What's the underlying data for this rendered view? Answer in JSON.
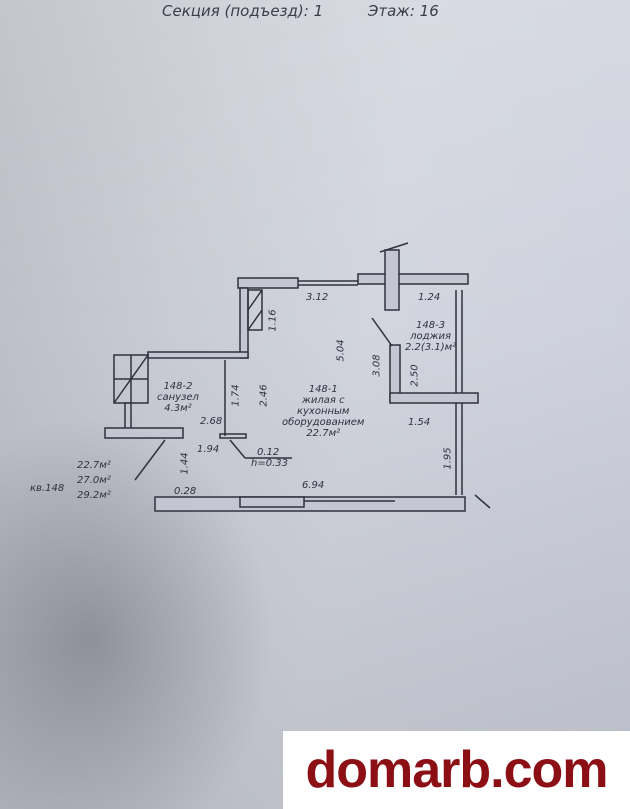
{
  "header": {
    "section": "Секция (подъезд): 1",
    "floor": "Этаж: 16"
  },
  "rooms": {
    "main": {
      "code": "148-1",
      "line1": "жилая с",
      "line2": "кухонным",
      "line3": "оборудованием",
      "area": "22.7м²"
    },
    "bath": {
      "code": "148-2",
      "name": "санузел",
      "area": "4.3м²"
    },
    "loggia": {
      "code": "148-3",
      "name": "лоджия",
      "area": "2.2(3.1)м²"
    }
  },
  "dims": {
    "d312": "3.12",
    "d124": "1.24",
    "d116": "1.16",
    "d504": "5.04",
    "d308": "3.08",
    "d250": "2.50",
    "d174": "1.74",
    "d246": "2.46",
    "d268": "2.68",
    "d194": "1.94",
    "d012": "0.12",
    "h033": "h=0.33",
    "d154": "1.54",
    "d195": "1.95",
    "d144": "1.44",
    "d028": "0.28",
    "d694": "6.94"
  },
  "apartment": {
    "label": "кв.148",
    "a1": "22.7м²",
    "a2": "27.0м²",
    "a3": "29.2м²"
  },
  "watermark": "domarb.com"
}
